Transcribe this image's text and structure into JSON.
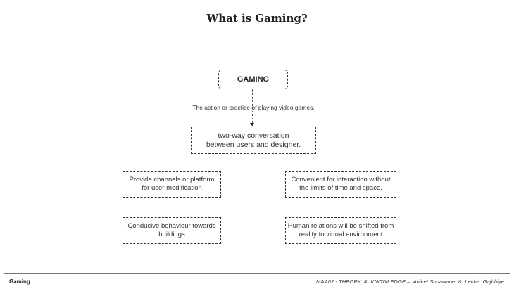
{
  "slide": {
    "title": "What is Gaming?"
  },
  "diagram": {
    "root": {
      "label": "GAMING"
    },
    "edge_label": "The action or practice of playing video games.",
    "mid": {
      "label": "two-way conversation between users and designer."
    },
    "characteristics": [
      {
        "label": "Provide channels or platform for user modification"
      },
      {
        "label": "Convenient for interaction without the limits of time and space."
      },
      {
        "label": "Conducive behaviour towards buildings"
      },
      {
        "label": "Human relations will be shifted from reality to virtual environment"
      }
    ]
  },
  "footer": {
    "left": "Gaming",
    "right": "MAA02 - THEORY  &  KNOWLEDGE –  Aniket Sonawane  &  Lekha  Gajbhiye"
  }
}
